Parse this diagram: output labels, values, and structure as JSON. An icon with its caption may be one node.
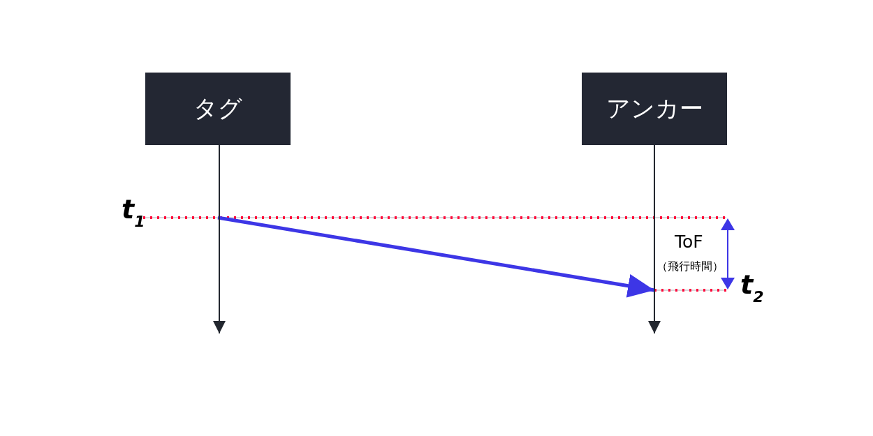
{
  "diagram": {
    "nodes": [
      {
        "text": [
          "タグ"
        ]
      },
      {
        "text": [
          "アンカー"
        ]
      }
    ],
    "edges": [
      {
        "from": 0,
        "to": null,
        "arrow": "to"
      },
      {
        "from": 1,
        "to": null,
        "arrow": "to"
      }
    ],
    "labels": [
      "t$_{1}$",
      "ToF",
      "（飛行時間）",
      "t$_{2}$"
    ]
  }
}
